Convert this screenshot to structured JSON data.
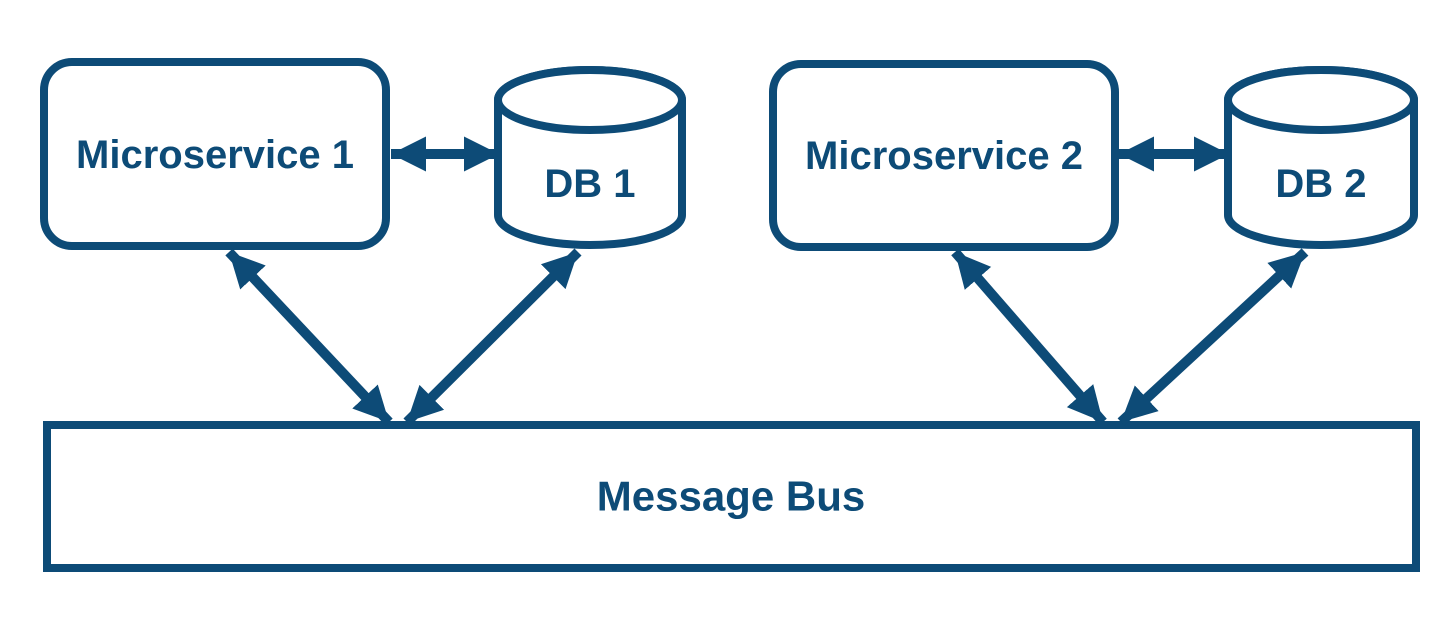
{
  "diagram": {
    "type": "architecture-diagram",
    "nodes": [
      {
        "id": "microservice1",
        "label": "Microservice 1",
        "shape": "rounded-rect"
      },
      {
        "id": "db1",
        "label": "DB 1",
        "shape": "cylinder"
      },
      {
        "id": "microservice2",
        "label": "Microservice 2",
        "shape": "rounded-rect"
      },
      {
        "id": "db2",
        "label": "DB 2",
        "shape": "cylinder"
      },
      {
        "id": "message_bus",
        "label": "Message Bus",
        "shape": "rect"
      }
    ],
    "edges": [
      {
        "from": "microservice1",
        "to": "db1",
        "bidirectional": true
      },
      {
        "from": "microservice1",
        "to": "message_bus",
        "bidirectional": true
      },
      {
        "from": "db1",
        "to": "message_bus",
        "bidirectional": true
      },
      {
        "from": "microservice2",
        "to": "db2",
        "bidirectional": true
      },
      {
        "from": "microservice2",
        "to": "message_bus",
        "bidirectional": true
      },
      {
        "from": "db2",
        "to": "message_bus",
        "bidirectional": true
      }
    ]
  },
  "colors": {
    "accent": "#0d4b77",
    "background": "#ffffff"
  }
}
